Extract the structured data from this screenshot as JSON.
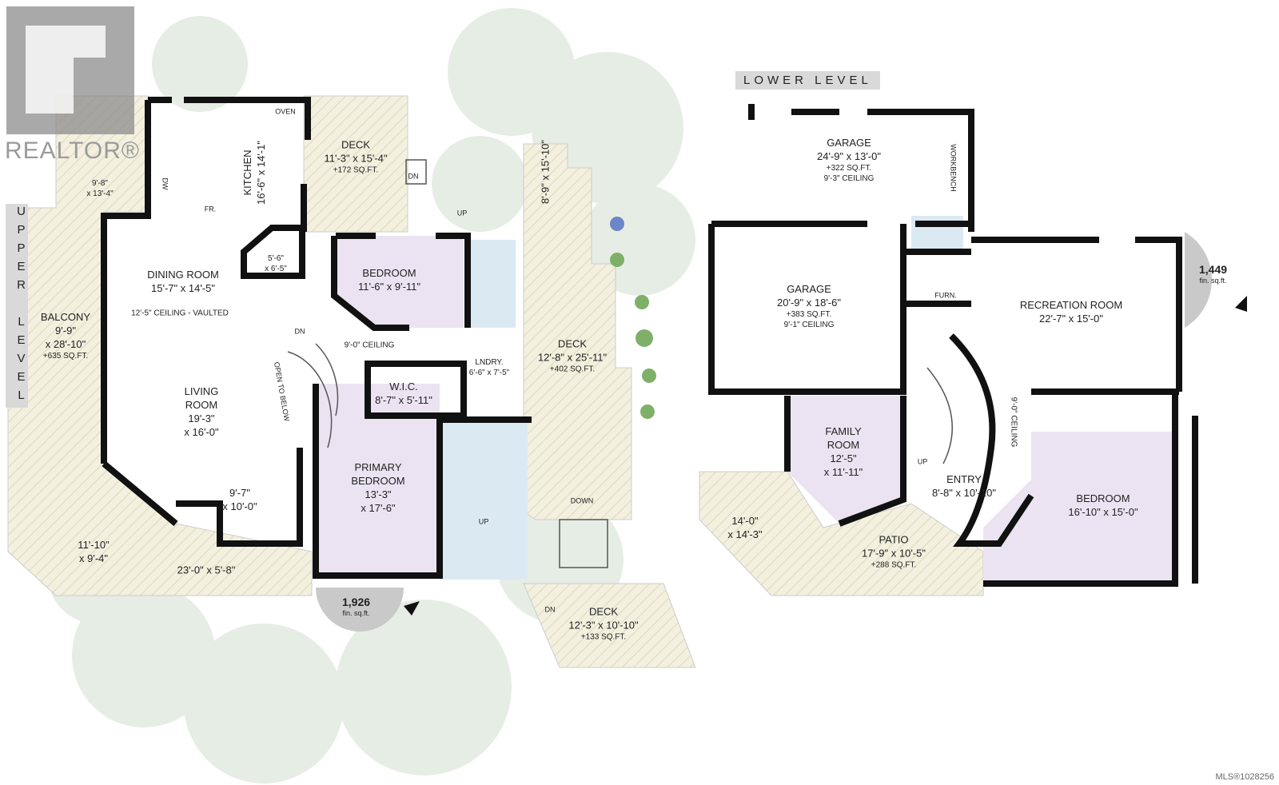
{
  "branding": {
    "logo_text": "REALTOR®",
    "mls": "MLS®1028256"
  },
  "colors": {
    "wall": "#111111",
    "bedroom_fill": "#ece3f2",
    "bath_fill": "#dbe9f2",
    "deck_fill": "#f1eedc",
    "tree": "#e3ece3",
    "level_tag": "#d9d9d9"
  },
  "upper": {
    "level_label": "UPPER LEVEL",
    "sqft": "1,926",
    "sqft_unit": "fin. sq.ft.",
    "rooms": {
      "nook": {
        "dim1": "9'-8\"",
        "dim2": "x 13'-4\""
      },
      "kitchen": {
        "name": "KITCHEN",
        "dim": "16'-6\" x 14'-1\"",
        "oven": "OVEN",
        "fridge": "FR.",
        "dw": "DW"
      },
      "deck_top": {
        "name": "DECK",
        "dim": "11'-3\" x 15'-4\"",
        "area": "+172 SQ.FT.",
        "stairs": "DN"
      },
      "stair_up": "UP",
      "deck_side": {
        "dim": "8'-9\" x 15'-10\""
      },
      "dining": {
        "name": "DINING ROOM",
        "dim": "15'-7\" x 14'-5\"",
        "ceiling": "12'-5\" CEILING - VAULTED"
      },
      "pantry": {
        "dim1": "5'-6\"",
        "dim2": "x 6'-5\""
      },
      "bedroom": {
        "name": "BEDROOM",
        "dim": "11'-6\" x 9'-11\""
      },
      "stairs_dn": "DN",
      "ceiling_note": "9'-0\" CEILING",
      "laundry": {
        "name": "LNDRY.",
        "dim": "6'-6\" x 7'-5\""
      },
      "wic": {
        "name": "W.I.C.",
        "dim": "8'-7\" x 5'-11\""
      },
      "deck_main": {
        "name": "DECK",
        "dim": "12'-8\" x 25'-11\"",
        "area": "+402 SQ.FT."
      },
      "balcony": {
        "name": "BALCONY",
        "dim1": "9'-9\"",
        "dim2": "x 28'-10\"",
        "area": "+635 SQ.FT."
      },
      "living": {
        "name1": "LIVING",
        "name2": "ROOM",
        "dim1": "19'-3\"",
        "dim2": "x 16'-0\""
      },
      "open_below": "OPEN TO BELOW",
      "primary": {
        "name1": "PRIMARY",
        "name2": "BEDROOM",
        "dim1": "13'-3\"",
        "dim2": "x 17'-6\""
      },
      "ensuite_up": "UP",
      "alcove": {
        "dim1": "9'-7\"",
        "dim2": "x 10'-0\""
      },
      "balcony_corner": {
        "dim1": "11'-10\"",
        "dim2": "x 9'-4\""
      },
      "balcony_front": {
        "dim": "23'-0\" x 5'-8\""
      },
      "down": "DOWN",
      "deck_lower": {
        "name": "DECK",
        "dim": "12'-3\" x 10'-10\"",
        "area": "+133 SQ.FT.",
        "stairs": "DN"
      }
    }
  },
  "lower": {
    "level_label": "LOWER LEVEL",
    "sqft": "1,449",
    "sqft_unit": "fin. sq.ft.",
    "rooms": {
      "garage1": {
        "name": "GARAGE",
        "dim": "24'-9\" x 13'-0\"",
        "area": "+322 SQ.FT.",
        "ceiling": "9'-3\" CEILING"
      },
      "workbench": "WORKBENCH",
      "garage2": {
        "name": "GARAGE",
        "dim": "20'-9\" x 18'-6\"",
        "area": "+383 SQ.FT.",
        "ceiling": "9'-1\" CEILING"
      },
      "furnace": "FURN.",
      "recreation": {
        "name": "RECREATION ROOM",
        "dim": "22'-7\" x 15'-0\""
      },
      "family": {
        "name": "FAMILY",
        "name2": "ROOM",
        "dim1": "12'-5\"",
        "dim2": "x 11'-11\""
      },
      "ceiling_note": "9'-0\" CEILING",
      "stairs_up": "UP",
      "entry": {
        "name": "ENTRY",
        "dim": "8'-8\" x 10'-10\""
      },
      "bedroom": {
        "name": "BEDROOM",
        "dim": "16'-10\" x 15'-0\""
      },
      "patio_corner": {
        "dim1": "14'-0\"",
        "dim2": "x 14'-3\""
      },
      "patio": {
        "name": "PATIO",
        "dim": "17'-9\" x 10'-5\"",
        "area": "+288 SQ.FT."
      }
    }
  }
}
